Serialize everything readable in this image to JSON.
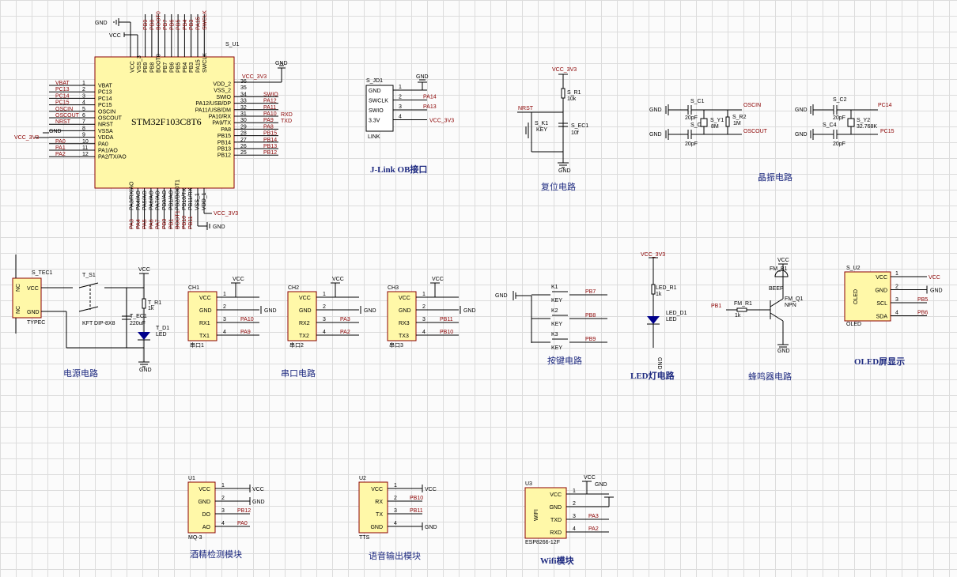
{
  "colors": {
    "chip_fill": "#fff8a8",
    "chip_border": "#8b0000",
    "net_label": "#8b0000",
    "title": "#1e2a80",
    "grid": "#dcdcdc"
  },
  "mcu": {
    "designator": "S_U1",
    "part": "STM32F103C8T6",
    "gnd": "GND",
    "vcc": "VCC",
    "vcc33": "VCC_3V3",
    "left_pins": [
      "VBAT",
      "PC13",
      "PC14",
      "PC15",
      "OSCIN",
      "OSCOUT",
      "NRST",
      "VSSA",
      "VDDA",
      "PA0",
      "PA1/AO",
      "PA2/TX/AO"
    ],
    "left_nets": [
      "VBAT",
      "PC13",
      "PC14",
      "PC15",
      "OSCIN",
      "OSCOUT",
      "NRST",
      "GND",
      "VCC_3V3",
      "PA0",
      "PA1",
      "PA2"
    ],
    "right_pins": [
      "VDD_2",
      "VSS_2",
      "SWIO",
      "PA12/USB/DP",
      "PA11/USB/DM",
      "PA10/RX",
      "PA9/TX",
      "PA8",
      "PB15",
      "PB14",
      "PB13",
      "PB12"
    ],
    "right_nums": [
      "36",
      "35",
      "34",
      "33",
      "32",
      "31",
      "30",
      "29",
      "28",
      "27",
      "26",
      "25"
    ],
    "right_nets": [
      "VCC_3V3",
      "GND",
      "SWIO",
      "PA12",
      "PA11",
      "PA10",
      "PA9",
      "PA8",
      "PB15",
      "PB14",
      "PB13",
      "PB12"
    ],
    "rx_label": "RXD",
    "tx_label": "TXD",
    "top_pins": [
      "VCC",
      "VSS_3",
      "PB9",
      "PB8",
      "BOOT0",
      "PB7",
      "PB6",
      "PB5",
      "PB4",
      "PB3",
      "PA15",
      "SWCLK"
    ],
    "top_nets": [
      "PB9",
      "PB8",
      "BOOT0",
      "PB7",
      "PB6",
      "PB5",
      "PB4",
      "PB3",
      "PA15",
      "SWCLK"
    ],
    "bottom_pins": [
      "PA3/RX/AO",
      "PA4/AO",
      "PA5/AO",
      "PA6/AO",
      "PA7/AO",
      "PB0/AO",
      "PB1/AO",
      "PB2/BOOT1",
      "PB10/TX",
      "PB11/RX",
      "VSS_1",
      "VDD_1"
    ],
    "bottom_nets": [
      "PA3",
      "PA4",
      "PA5",
      "PA6",
      "PA7",
      "PB0",
      "PB1",
      "BOOT1",
      "PB10",
      "PB11"
    ]
  },
  "jlink": {
    "designator": "S_JD1",
    "pins": [
      "GND",
      "SWCLK",
      "SWIO",
      "3.3V"
    ],
    "nets": [
      "GND",
      "PA14",
      "PA13",
      "VCC_3V3"
    ],
    "name": "LINK",
    "title": "J-Link OB接口"
  },
  "reset": {
    "vcc": "VCC_3V3",
    "r": "S_R1",
    "rv": "10k",
    "sw": "S_K1",
    "swv": "KEY",
    "c": "S_EC1",
    "cv": "10f",
    "net": "NRST",
    "gnd": "GND",
    "title": "复位电路"
  },
  "crystal": {
    "c1": "S_C1",
    "c3": "S_C3",
    "c1v": "20pF",
    "c3v": "20pF",
    "y1": "S_Y1",
    "y1v": "8M",
    "r2": "S_R2",
    "r2v": "1M",
    "oscin": "OSCIN",
    "oscout": "OSCOUT",
    "c2": "S_C2",
    "c4": "S_C4",
    "c2v": "20pF",
    "c4v": "20pF",
    "y2": "S_Y2",
    "y2v": "32.768K",
    "pc14": "PC14",
    "pc15": "PC15",
    "gnd": "GND",
    "title": "晶振电路"
  },
  "power": {
    "conn": "S_TEC1",
    "conn_part": "TYPEC",
    "vcc_pin": "VCC",
    "gnd_pin": "GND",
    "sw": "T_S1",
    "sw_part": "KFT DIP-8X8",
    "cap": "T_EC1",
    "capv": "220uF",
    "r": "T_R1",
    "rv": "1k",
    "led": "T_D1",
    "ledv": "LED",
    "vcc": "VCC",
    "gnd": "GND",
    "title": "电源电路",
    "nc": "NC"
  },
  "uart": {
    "title": "串口电路",
    "blocks": [
      {
        "des": "CH1",
        "name": "串口1",
        "pins": [
          "VCC",
          "GND",
          "RX1",
          "TX1"
        ],
        "nets": [
          "VCC",
          "GND",
          "PA10",
          "PA9"
        ]
      },
      {
        "des": "CH2",
        "name": "串口2",
        "pins": [
          "VCC",
          "GND",
          "RX2",
          "TX2"
        ],
        "nets": [
          "VCC",
          "GND",
          "PA3",
          "PA2"
        ]
      },
      {
        "des": "CH3",
        "name": "串口3",
        "pins": [
          "VCC",
          "GND",
          "RX3",
          "TX3"
        ],
        "nets": [
          "VCC",
          "GND",
          "PB11",
          "PB10"
        ]
      }
    ]
  },
  "keys": {
    "title": "按键电路",
    "gnd": "GND",
    "items": [
      {
        "des": "K1",
        "v": "KEY",
        "net": "PB7"
      },
      {
        "des": "K2",
        "v": "KEY",
        "net": "PB8"
      },
      {
        "des": "K3",
        "v": "KEY",
        "net": "PB9"
      }
    ]
  },
  "led": {
    "vcc": "VCC_3V3",
    "r": "LED_R1",
    "rv": "1k",
    "d": "LED_D1",
    "dv": "LED",
    "gnd": "GND",
    "title": "LED灯电路"
  },
  "buzzer": {
    "vcc": "VCC",
    "bz": "FM_B1",
    "bzv": "BEEP",
    "q": "FM_Q1",
    "qv": "NPN",
    "r": "FM_R1",
    "rv": "1k",
    "net": "PB1",
    "gnd": "GND",
    "title": "蜂鸣器电路"
  },
  "oled": {
    "des": "S_U2",
    "part": "OLED",
    "name": "OLED",
    "pins": [
      "VCC",
      "GND",
      "SCL",
      "SDA"
    ],
    "nets": [
      "VCC",
      "GND",
      "PB5",
      "PB6"
    ],
    "title": "OLED屏显示"
  },
  "mq3": {
    "des": "U1",
    "part": "MQ-3",
    "pins": [
      "VCC",
      "GND",
      "DO",
      "AO"
    ],
    "nets": [
      "VCC",
      "GND",
      "PB12",
      "PA0"
    ],
    "title": "酒精检测模块"
  },
  "tts": {
    "des": "U2",
    "part": "TTS",
    "pins": [
      "VCC",
      "RX",
      "TX",
      "GND"
    ],
    "nets": [
      "VCC",
      "PB10",
      "PB11",
      "GND"
    ],
    "title": "语音输出模块"
  },
  "wifi": {
    "des": "U3",
    "part": "ESP8266-12F",
    "name": "WIFI",
    "pins": [
      "VCC",
      "GND",
      "TXD",
      "RXD"
    ],
    "nets": [
      "VCC",
      "GND",
      "PA3",
      "PA2"
    ],
    "title": "Wifi模块"
  }
}
